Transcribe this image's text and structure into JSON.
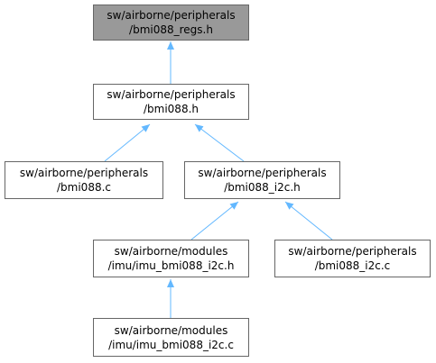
{
  "graph": {
    "edge_color": "#63b8ff",
    "node_border_color": "#666666",
    "current_node_fill": "#999999",
    "nodes": [
      {
        "id": "regs",
        "line1": "sw/airborne/peripherals",
        "line2": "/bmi088_regs.h",
        "current": true
      },
      {
        "id": "bmi088h",
        "line1": "sw/airborne/peripherals",
        "line2": "/bmi088.h",
        "current": false
      },
      {
        "id": "bmi088c",
        "line1": "sw/airborne/peripherals",
        "line2": "/bmi088.c",
        "current": false
      },
      {
        "id": "i2ch",
        "line1": "sw/airborne/peripherals",
        "line2": "/bmi088_i2c.h",
        "current": false
      },
      {
        "id": "imuh",
        "line1": "sw/airborne/modules",
        "line2": "/imu/imu_bmi088_i2c.h",
        "current": false
      },
      {
        "id": "i2cc",
        "line1": "sw/airborne/peripherals",
        "line2": "/bmi088_i2c.c",
        "current": false
      },
      {
        "id": "imuc",
        "line1": "sw/airborne/modules",
        "line2": "/imu/imu_bmi088_i2c.c",
        "current": false
      }
    ],
    "edges": [
      {
        "from": "bmi088h",
        "to": "regs"
      },
      {
        "from": "bmi088c",
        "to": "bmi088h"
      },
      {
        "from": "i2ch",
        "to": "bmi088h"
      },
      {
        "from": "imuh",
        "to": "i2ch"
      },
      {
        "from": "i2cc",
        "to": "i2ch"
      },
      {
        "from": "imuc",
        "to": "imuh"
      }
    ]
  }
}
